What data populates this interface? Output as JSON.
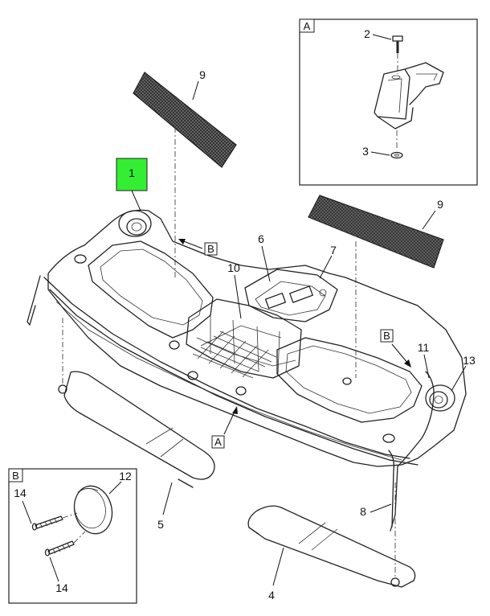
{
  "callouts": {
    "c1": "1",
    "c2": "2",
    "c3": "3",
    "c4": "4",
    "c5": "5",
    "c6": "6",
    "c7": "7",
    "c8": "8",
    "c9a": "9",
    "c9b": "9",
    "c10": "10",
    "c11": "11",
    "c12": "12",
    "c13": "13",
    "c14a": "14",
    "c14b": "14"
  },
  "view_refs": {
    "detail_a_label": "A",
    "detail_b_label": "B",
    "ref_b_upper": "B",
    "ref_b_right": "B",
    "ref_a_bottom": "A"
  },
  "colors": {
    "highlight": "#33ee33",
    "line": "#222222",
    "mesh": "#555555"
  }
}
